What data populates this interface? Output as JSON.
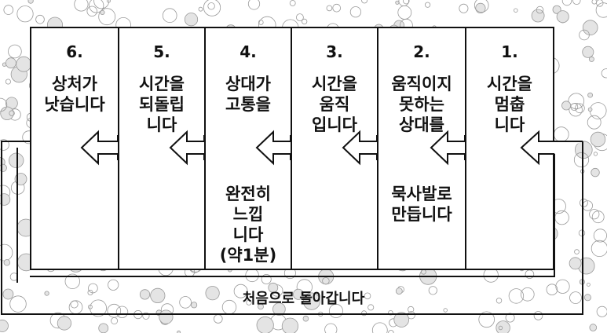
{
  "steps": [
    {
      "num": "1.",
      "text": "시간을\n멈춥\n니다",
      "extra": ""
    },
    {
      "num": "2.",
      "text": "움직이지\n못하는\n상대를",
      "extra": "묵사발로\n만듭니다"
    },
    {
      "num": "3.",
      "text": "시간을\n움직\n입니다",
      "extra": ""
    },
    {
      "num": "4.",
      "text": "상대가\n고통을",
      "extra": "완전히\n느낍\n니다\n(약1분)"
    },
    {
      "num": "5.",
      "text": "시간을\n되돌립\n니다",
      "extra": ""
    },
    {
      "num": "6.",
      "text": "상처가\n낫습니다",
      "extra": ""
    }
  ],
  "loop_label": "처음으로 돌아갑니다",
  "colors": {
    "ink": "#111111",
    "paper": "#ffffff",
    "bubble": "#9a9a9a"
  }
}
